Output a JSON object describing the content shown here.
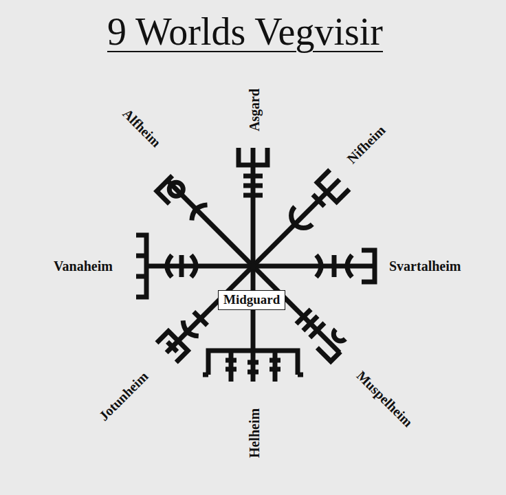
{
  "diagram": {
    "title": "9 Worlds Vegvisir",
    "nodes": [
      {
        "text": [
          "Midguard"
        ]
      }
    ],
    "labels": [
      "Alfheim",
      "Asgard",
      "Nifheim",
      "Vanaheim",
      "Svartalheim",
      "Jotunheim",
      "Helheim",
      "Muspelheim"
    ]
  }
}
